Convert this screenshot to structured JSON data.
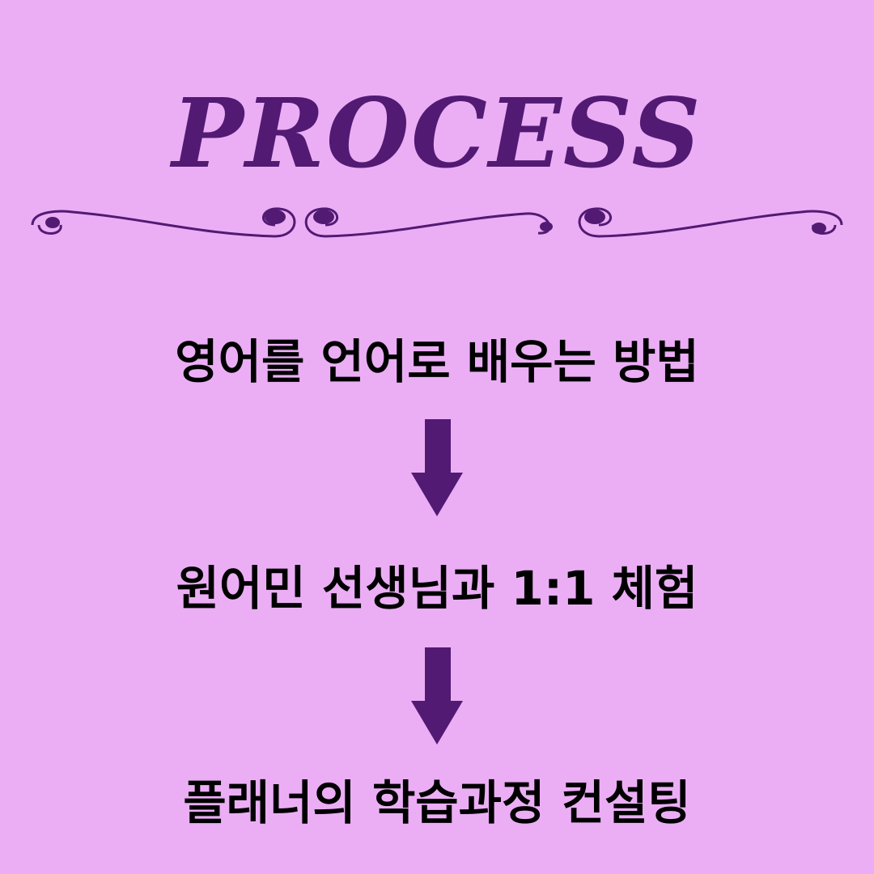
{
  "title": "PROCESS",
  "steps": [
    {
      "label": "영어를 언어로 배우는 방법"
    },
    {
      "label": "원어민 선생님과 1:1 체험"
    },
    {
      "label": "플래너의 학습과정 컨설팅"
    }
  ],
  "colors": {
    "background": "#ebaef5",
    "accent": "#521a73",
    "text": "#000000"
  },
  "icons": [
    "ornament-divider-icon",
    "arrow-down-icon"
  ]
}
